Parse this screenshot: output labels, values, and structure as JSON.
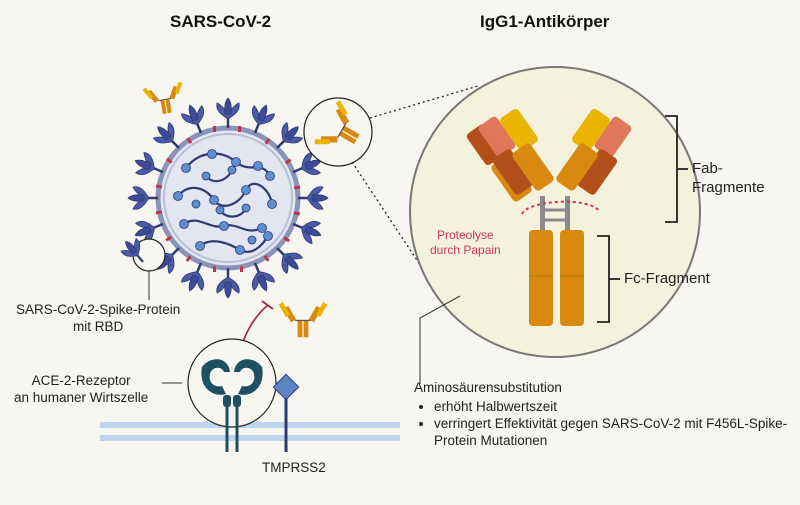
{
  "titles": {
    "virus": "SARS-CoV-2",
    "antibody": "IgG1-Antikörper"
  },
  "labels": {
    "fab_line1": "Fab-",
    "fab_line2": "Fragmente",
    "fc": "Fc-Fragment",
    "proteolysis_line1": "Proteolyse",
    "proteolysis_line2": "durch Papain",
    "spike_line1": "SARS-CoV-2-Spike-Protein",
    "spike_line2": "mit RBD",
    "ace2_line1": "ACE-2-Rezeptor",
    "ace2_line2": "an humaner Wirtszelle",
    "tmprss2": "TMPRSS2",
    "substitution_heading": "Aminosäurensubstitution",
    "bullets": [
      "erhöht Halbwertszeit",
      "verringert Effektivität gegen SARS-CoV-2 mit F456L-Spike-Protein Mutationen"
    ]
  },
  "colors": {
    "background": "#f7f6f1",
    "spike_blue": "#4a5aa8",
    "virus_membrane": "#8a93b8",
    "rna_dark": "#2f3a73",
    "rna_node": "#5b8fd0",
    "red_marks": "#c2344a",
    "heavy_chain_orange": "#d9890f",
    "heavy_chain_dark": "#b24f1a",
    "light_chain_yellow": "#eab400",
    "light_chain_salmon": "#e0775a",
    "receptor_teal": "#1f4f63",
    "tmprss2_blue": "#5d84c4",
    "proteolysis_red": "#d0325e",
    "circle_fill": "#f4f1dd"
  }
}
